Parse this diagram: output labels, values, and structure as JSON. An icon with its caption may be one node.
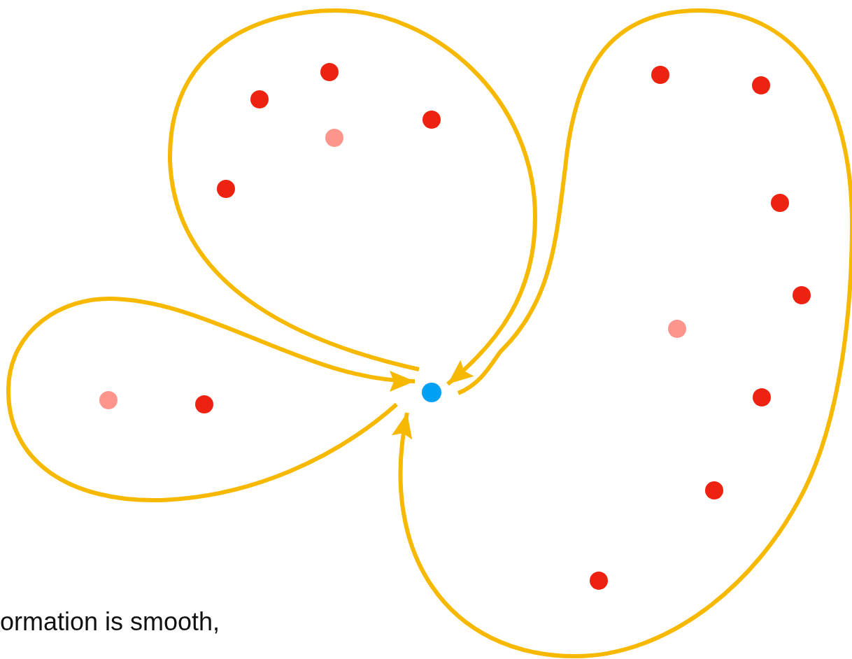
{
  "diagram": {
    "nodes": [
      {
        "text": [],
        "shape": "circle"
      },
      {
        "text": [],
        "shape": "circle"
      },
      {
        "text": [],
        "shape": "circle"
      },
      {
        "text": [],
        "shape": "circle"
      },
      {
        "text": [],
        "shape": "circle"
      },
      {
        "text": [],
        "shape": "circle"
      },
      {
        "text": [],
        "shape": "circle"
      },
      {
        "text": [],
        "shape": "circle"
      },
      {
        "text": [],
        "shape": "circle"
      },
      {
        "text": [],
        "shape": "circle"
      },
      {
        "text": [],
        "shape": "circle"
      },
      {
        "text": [],
        "shape": "circle"
      },
      {
        "text": [],
        "shape": "circle"
      },
      {
        "text": [],
        "shape": "circle"
      },
      {
        "text": [],
        "shape": "circle"
      },
      {
        "text": [],
        "shape": "circle"
      }
    ],
    "edges": [
      {
        "from": 10,
        "to": 10,
        "arrow": "to"
      },
      {
        "from": 10,
        "to": 10,
        "arrow": "to"
      },
      {
        "from": 10,
        "to": 10,
        "arrow": "to"
      }
    ],
    "labels": [
      "ormation is smooth,"
    ]
  }
}
